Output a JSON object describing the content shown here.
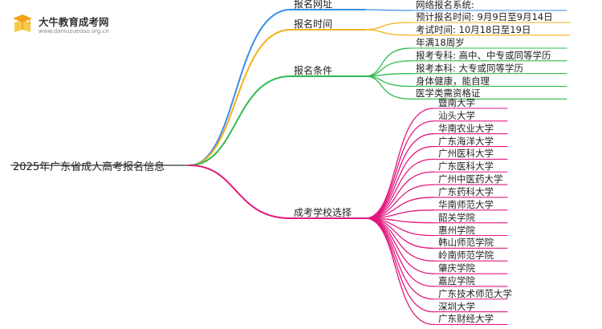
{
  "logo": {
    "name": "大牛教育成考网",
    "url": "www.daniuzuedao.org.cn",
    "icon": "graduation-cap-book-icon",
    "colors": {
      "cap": "#f4a21c",
      "book": "#f7c948",
      "text": "#333333"
    }
  },
  "root": {
    "label": "2025年广东省成人高考报名信息"
  },
  "branches": [
    {
      "label": "报名网址",
      "color": "#3b8ee8",
      "children": [
        "网络报名系统:"
      ]
    },
    {
      "label": "报名时间",
      "color": "#f2b21b",
      "children": [
        "预计报名时间: 9月9日至9月14日",
        "考试时间: 10月18日至19日"
      ]
    },
    {
      "label": "报名条件",
      "color": "#2fbb4f",
      "children": [
        "年满18周岁",
        "报考专科: 高中、中专或同等学历",
        "报考本科: 大专或同等学历",
        "身体健康，能自理",
        "医学类需资格证"
      ]
    },
    {
      "label": "成考学校选择",
      "color": "#e2187e",
      "children": [
        "暨南大学",
        "汕头大学",
        "华南农业大学",
        "广东海洋大学",
        "广州医科大学",
        "广东医科大学",
        "广州中医药大学",
        "广东药科大学",
        "华南师范大学",
        "韶关学院",
        "惠州学院",
        "韩山师范学院",
        "岭南师范学院",
        "肇庆学院",
        "嘉应学院",
        "广东技术师范大学",
        "深圳大学",
        "广东财经大学"
      ]
    }
  ]
}
